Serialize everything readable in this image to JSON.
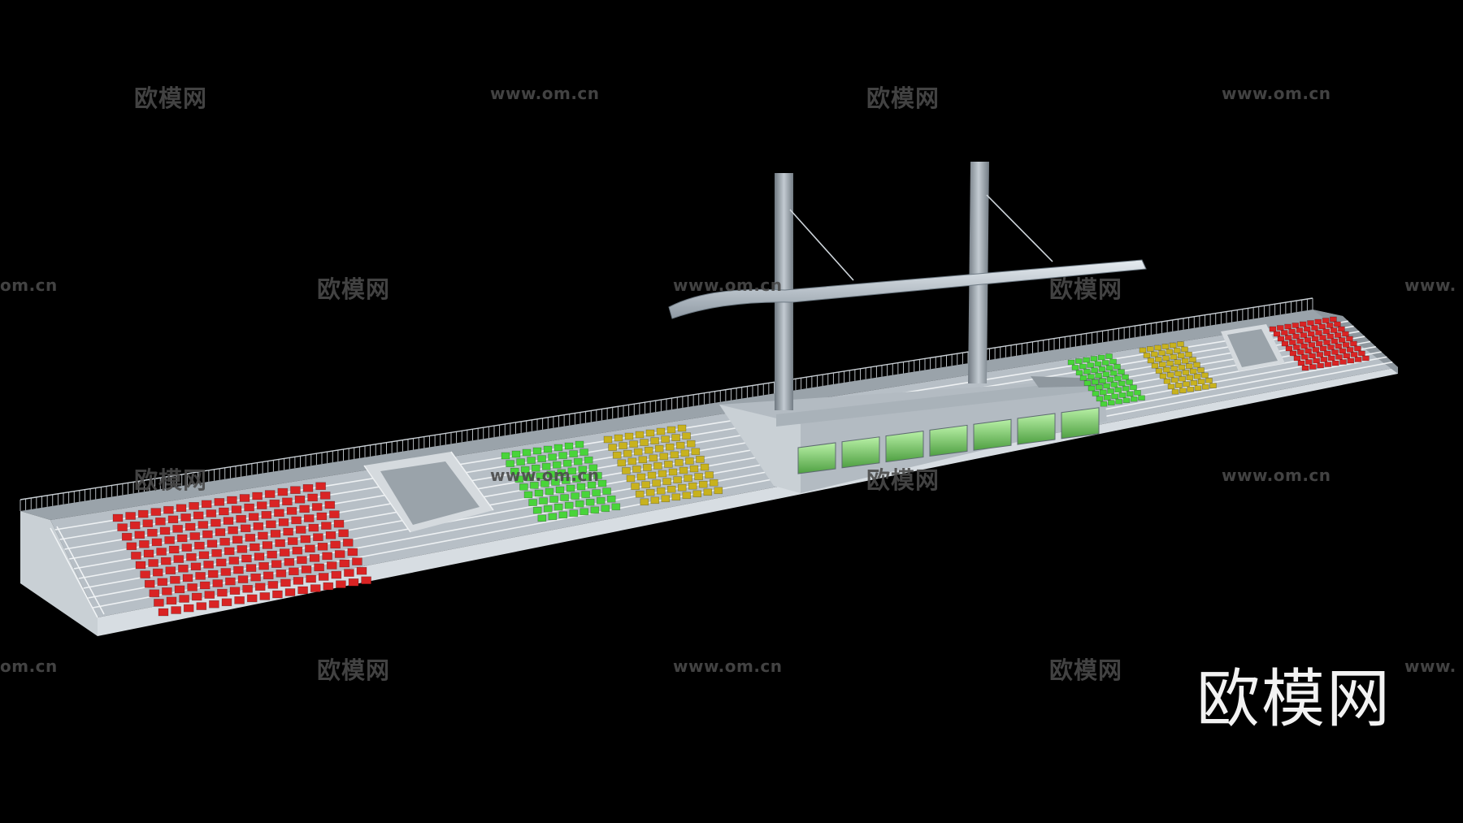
{
  "scene": {
    "background": "#000000",
    "subject": "grandstand",
    "colors": {
      "red_seats": "#d92424",
      "green_seats": "#49d43a",
      "yellow_seats": "#c8b21e",
      "concrete": "#b9c1c7",
      "glass": "#7fd06a",
      "roof": "#c8d2da"
    }
  },
  "watermarks": {
    "cn": "欧模网",
    "url": "www.om.cn",
    "partial_url": "om.cn",
    "partial_url_right": "www.",
    "partial_url_right2": "www."
  },
  "logo": {
    "text": "欧模网"
  }
}
